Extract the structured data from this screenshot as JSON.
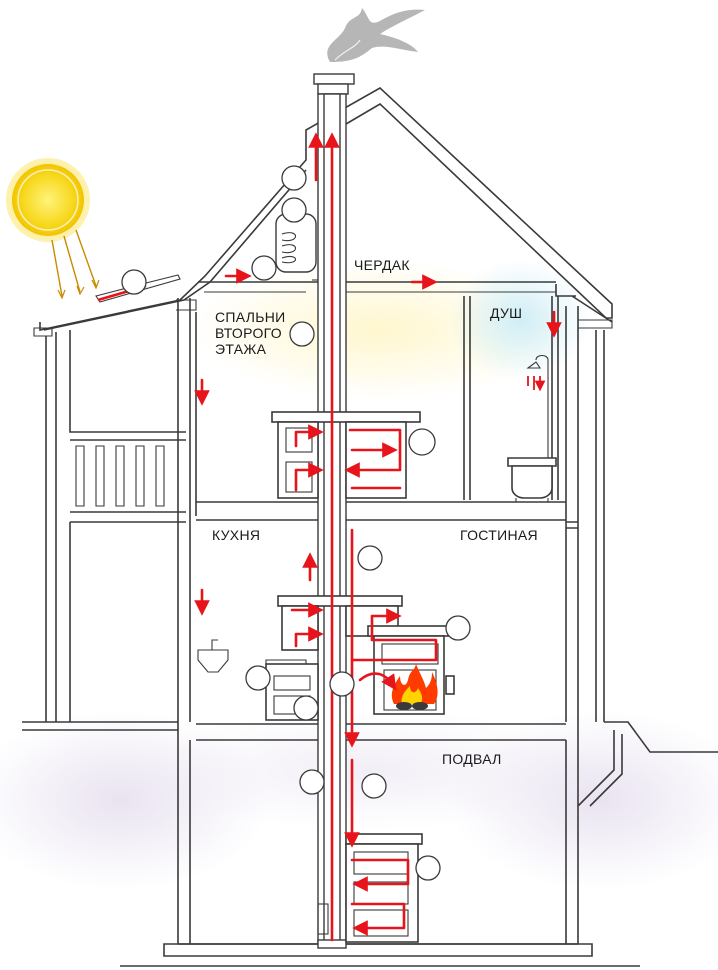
{
  "labels": {
    "attic": "ЧЕРДАК",
    "bedrooms_line1": "СПАЛЬНИ",
    "bedrooms_line2": "ВТОРОГО",
    "bedrooms_line3": "ЭТАЖА",
    "shower": "ДУШ",
    "kitchen": "КУХНЯ",
    "living_room": "ГОСТИНАЯ",
    "basement": "ПОДВАЛ"
  },
  "colors": {
    "flow_arrow": "#e8141b",
    "outline": "#3a3a3a",
    "sun": "#f7d81e",
    "sunlight_glow": "#fff6c8",
    "water_glow": "#cfeef7",
    "ground_glow": "#e9e3f1",
    "smoke": "#a9a9a9",
    "fire": "#ff3b00"
  },
  "icons": [
    "sun-icon",
    "smoke-icon",
    "shower-head-icon",
    "bathtub-icon",
    "fire-icon",
    "faucet-icon"
  ]
}
